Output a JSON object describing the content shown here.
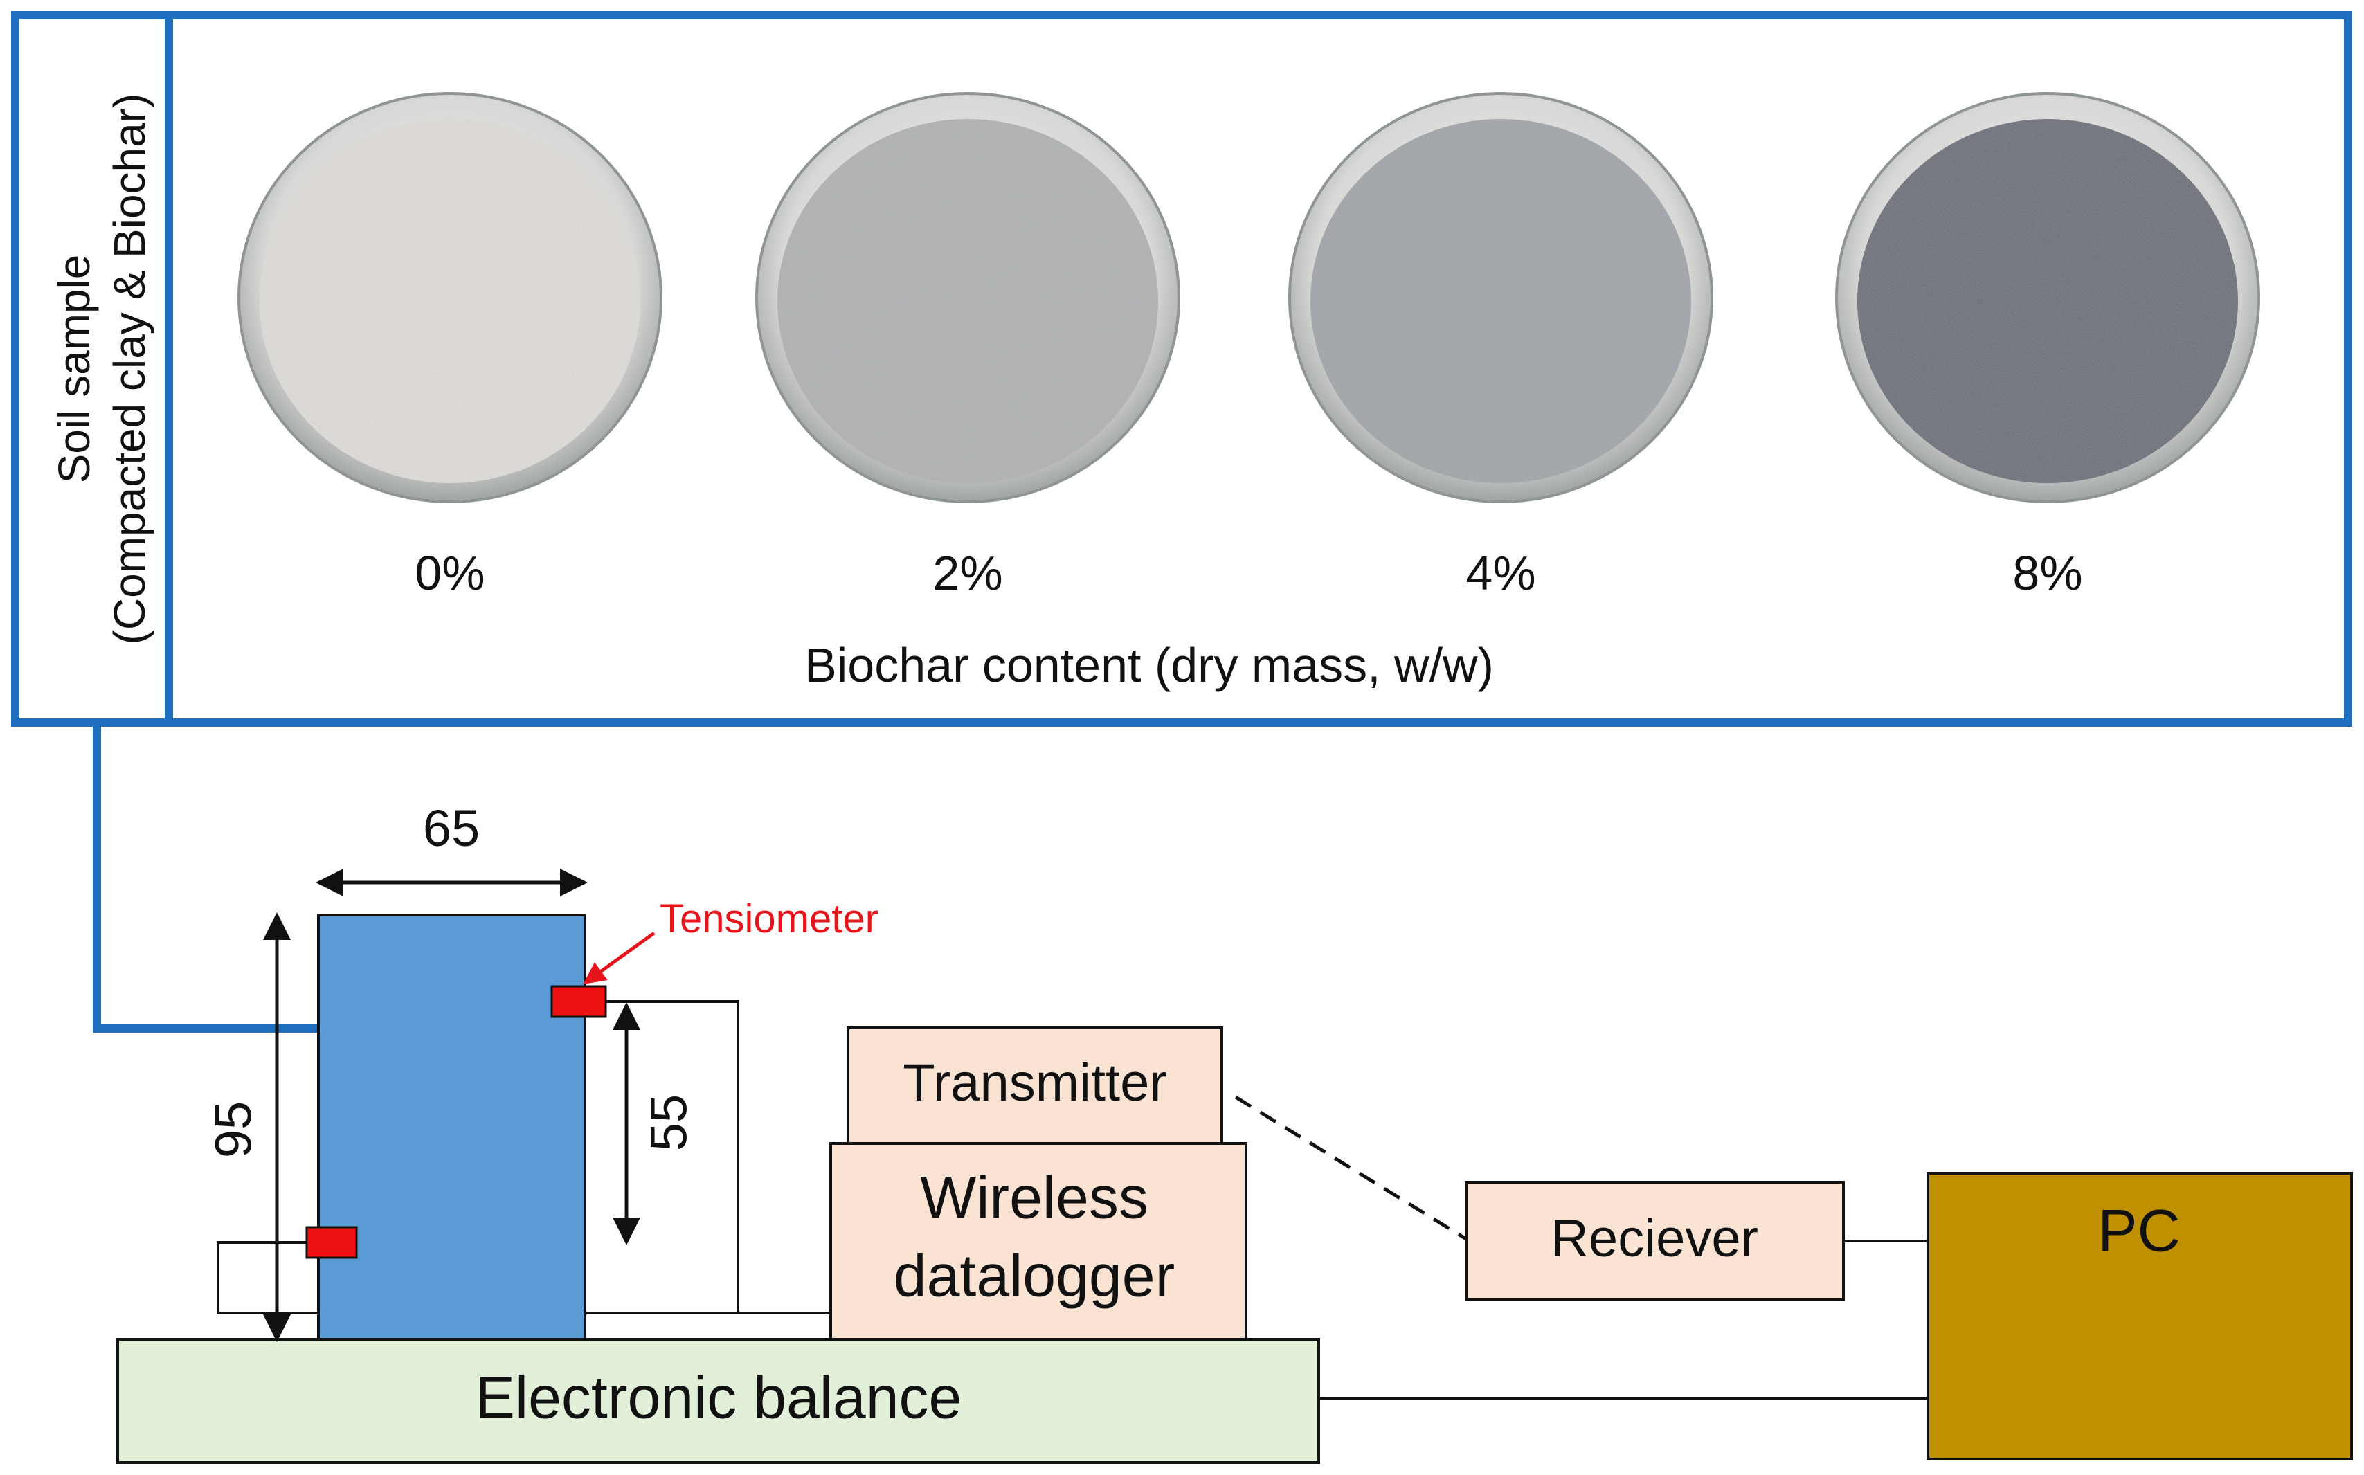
{
  "colors": {
    "frame_blue": "#1f6fbe",
    "sample_blue": "#5b9bd5",
    "sensor_red": "#ee1111",
    "annotation_red": "#e8141c",
    "peach_fill": "#fbe3d3",
    "balance_fill": "#e2efd9",
    "pc_fill": "#bf9000",
    "line_black": "#111111"
  },
  "photo_panel": {
    "side_label_line1": "Soil sample",
    "side_label_line2": "(Compacted clay & Biochar)",
    "samples": [
      {
        "label": "0%",
        "biochar_percent": 0,
        "tone": "#ebe8e2"
      },
      {
        "label": "2%",
        "biochar_percent": 2,
        "tone": "#b3b6b7"
      },
      {
        "label": "4%",
        "biochar_percent": 4,
        "tone": "#a3a6aa"
      },
      {
        "label": "8%",
        "biochar_percent": 8,
        "tone": "#5c5e6c"
      }
    ],
    "axis_label": "Biochar content (dry mass, w/w)"
  },
  "setup": {
    "width_dim": "65",
    "height_dim": "95",
    "sensor_spacing_dim": "55",
    "tensiometer_label": "Tensiometer",
    "transmitter_label": "Transmitter",
    "datalogger_line1": "Wireless",
    "datalogger_line2": "datalogger",
    "receiver_label": "Reciever",
    "pc_label": "PC",
    "balance_label": "Electronic balance"
  }
}
